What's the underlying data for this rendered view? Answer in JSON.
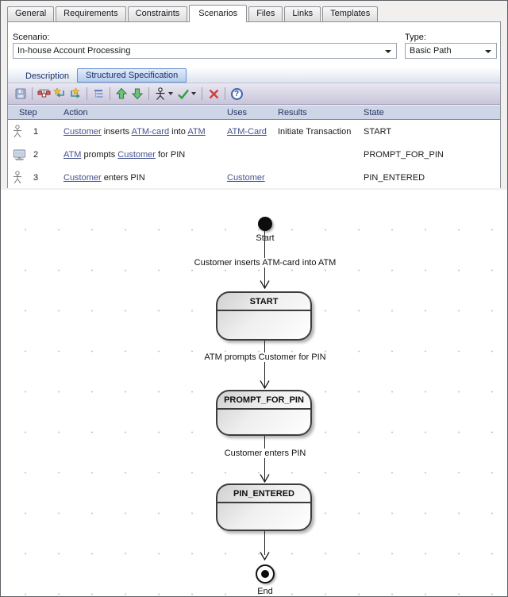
{
  "window": {
    "tabs": [
      {
        "label": "General"
      },
      {
        "label": "Requirements"
      },
      {
        "label": "Constraints"
      },
      {
        "label": "Scenarios"
      },
      {
        "label": "Files"
      },
      {
        "label": "Links"
      },
      {
        "label": "Templates"
      }
    ],
    "active_tab": "Scenarios"
  },
  "scenario": {
    "label": "Scenario:",
    "value": "In-house Account Processing"
  },
  "type": {
    "label": "Type:",
    "value": "Basic Path"
  },
  "subtabs": [
    {
      "label": "Description"
    },
    {
      "label": "Structured Specification"
    }
  ],
  "active_subtab": "Structured Specification",
  "toolbar": {
    "help_glyph": "?",
    "icons": [
      "save-icon",
      "insert-step-icon",
      "add-child-step-icon",
      "add-sibling-step-icon",
      "outline-icon",
      "move-up-icon",
      "move-down-icon",
      "actor-context-icon",
      "validate-icon",
      "delete-icon",
      "help-icon"
    ]
  },
  "table": {
    "headers": [
      "Step",
      "Action",
      "Uses",
      "Results",
      "State"
    ],
    "rows": [
      {
        "icon": "actor",
        "step": "1",
        "action": [
          {
            "text": "Customer",
            "link": true
          },
          {
            "text": " inserts ",
            "link": false
          },
          {
            "text": "ATM-card",
            "link": true
          },
          {
            "text": " into ",
            "link": false
          },
          {
            "text": "ATM",
            "link": true
          }
        ],
        "uses": [
          {
            "text": "ATM-Card",
            "link": true
          }
        ],
        "results": "Initiate Transaction",
        "state": "START"
      },
      {
        "icon": "system",
        "step": "2",
        "action": [
          {
            "text": "ATM",
            "link": true
          },
          {
            "text": " prompts ",
            "link": false
          },
          {
            "text": "Customer",
            "link": true
          },
          {
            "text": " for PIN",
            "link": false
          }
        ],
        "uses": [],
        "results": "",
        "state": "PROMPT_FOR_PIN"
      },
      {
        "icon": "actor",
        "step": "3",
        "action": [
          {
            "text": "Customer",
            "link": true
          },
          {
            "text": " enters PIN",
            "link": false
          }
        ],
        "uses": [
          {
            "text": "Customer",
            "link": true
          }
        ],
        "results": "",
        "state": "PIN_ENTERED"
      }
    ]
  },
  "diagram": {
    "start_label": "Start",
    "end_label": "End",
    "states": [
      "START",
      "PROMPT_FOR_PIN",
      "PIN_ENTERED"
    ],
    "transitions": [
      "Customer inserts ATM-card into ATM",
      "ATM prompts Customer for PIN",
      "Customer enters PIN"
    ]
  },
  "colors": {
    "link": "#44518e",
    "header_bg": "#cdd5e6",
    "subtab_border": "#6593cf",
    "toolbar_gradient_top": "#e9e7f1",
    "toolbar_gradient_bottom": "#c9c5da"
  }
}
